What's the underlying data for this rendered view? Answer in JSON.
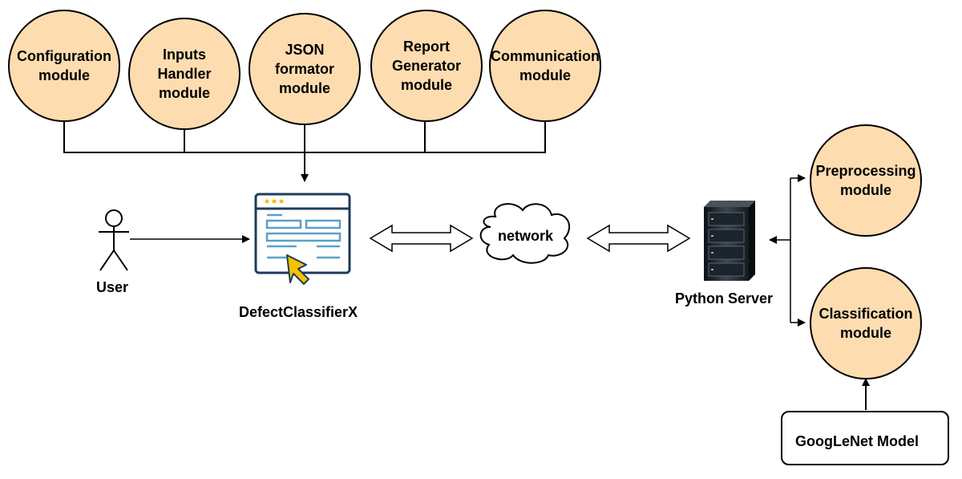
{
  "modules": {
    "configuration": "Configuration\nmodule",
    "inputs": "Inputs\nHandler\nmodule",
    "json": "JSON\nformator\nmodule",
    "report": "Report\nGenerator\nmodule",
    "communication": "Communication\nmodule",
    "preprocessing": "Preprocessing\nmodule",
    "classification": "Classification\nmodule"
  },
  "labels": {
    "user": "User",
    "app": "DefectClassifierX",
    "network": "network",
    "server": "Python Server",
    "model": "GoogLeNet  Model"
  },
  "colors": {
    "module_fill": "#fddcb0",
    "app_window_border": "#1f3b5c",
    "app_window_lines": "#5aa0c8",
    "cursor": "#f5c200"
  },
  "icons": {
    "user": "stick-figure-icon",
    "app": "app-window-icon",
    "network": "cloud-icon",
    "server": "server-rack-icon",
    "model": "bookmark-icon"
  }
}
